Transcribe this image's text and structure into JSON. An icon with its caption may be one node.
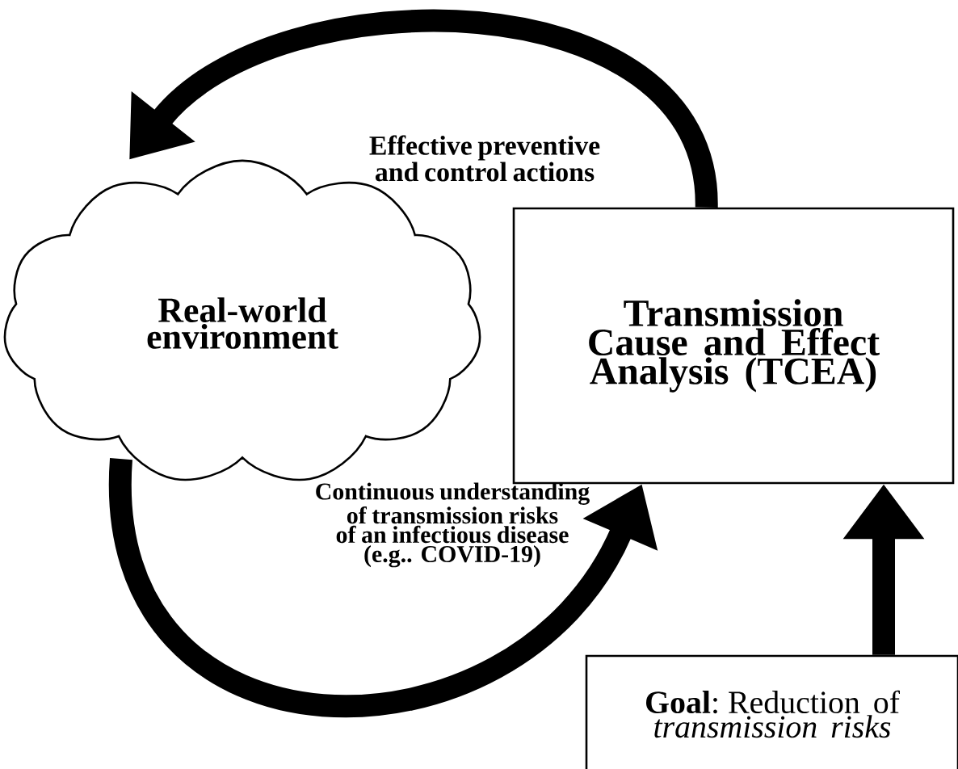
{
  "diagram": {
    "nodes": [
      {
        "text": [
          "Real-world environment"
        ]
      },
      {
        "text": [
          "Transmission Cause and Effect Analysis (TCEA)"
        ]
      },
      {
        "text": [
          "**Goal**: Reduction of *transmission risks*"
        ]
      }
    ],
    "edges": [
      {
        "from": 1,
        "to": 0,
        "arrow": "to",
        "label": "Effective preventive and control actions"
      },
      {
        "from": 0,
        "to": 1,
        "arrow": "to",
        "label": "Continuous understanding of transmission risks of an infectious disease (e.g.. COVID-19)"
      },
      {
        "from": 2,
        "to": 1,
        "arrow": "to"
      }
    ]
  }
}
